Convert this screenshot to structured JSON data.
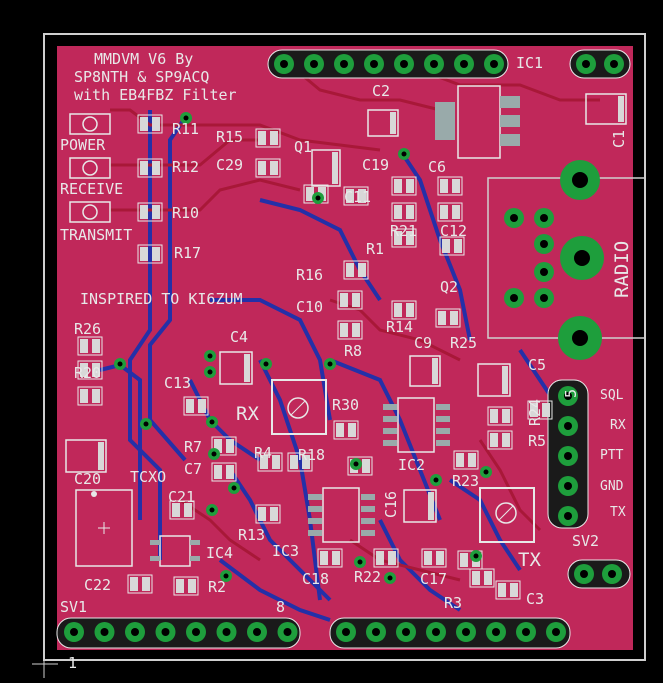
{
  "colors": {
    "background": "#000000",
    "board": "#c0285a",
    "copper_top": "#a81838",
    "copper_bottom": "#2430a8",
    "pad": "#1e9e3c",
    "silk": "#e8e8e8",
    "outline": "#cfcfcf"
  },
  "title_lines": [
    "MMDVM V6 By",
    "SP8NTH & SP9ACQ",
    "with EB4FBZ Filter"
  ],
  "credit": "INSPIRED TO KI6ZUM",
  "leds": [
    "POWER",
    "RECEIVE",
    "TRANSMIT"
  ],
  "radio_label": "RADIO",
  "pot_labels": {
    "rx": "RX",
    "tx": "TX"
  },
  "sv2_pins": [
    "SQL",
    "RX",
    "PTT",
    "GND",
    "TX"
  ],
  "headers": {
    "sv1": "SV1",
    "sv2": "SV2",
    "sv1_pin_first": "1",
    "sv1_pin_last": "8",
    "sv2_pin_first": "5"
  },
  "parts": {
    "ic1": "IC1",
    "ic2": "IC2",
    "ic3": "IC3",
    "ic4": "IC4",
    "q1": "Q1",
    "q2": "Q2",
    "tcxo": "TCXO",
    "c1": "C1",
    "c2": "C2",
    "c3": "C3",
    "c4": "C4",
    "c5": "C5",
    "c6": "C6",
    "c7": "C7",
    "c9": "C9",
    "c10": "C10",
    "c11": "C11",
    "c12": "C12",
    "c13": "C13",
    "c16": "C16",
    "c17": "C17",
    "c18": "C18",
    "c19": "C19",
    "c20": "C20",
    "c21": "C21",
    "c22": "C22",
    "c29": "C29",
    "r1": "R1",
    "r2": "R2",
    "r3": "R3",
    "r4": "R4",
    "r5": "R5",
    "r7": "R7",
    "r8": "R8",
    "r10": "R10",
    "r11": "R11",
    "r12": "R12",
    "r13": "R13",
    "r14": "R14",
    "r15": "R15",
    "r16": "R16",
    "r17": "R17",
    "r18": "R18",
    "r20": "R20",
    "r21": "R21",
    "r22": "R22",
    "r23": "R23",
    "r24": "R24",
    "r25": "R25",
    "r26": "R26",
    "r30": "R30"
  }
}
